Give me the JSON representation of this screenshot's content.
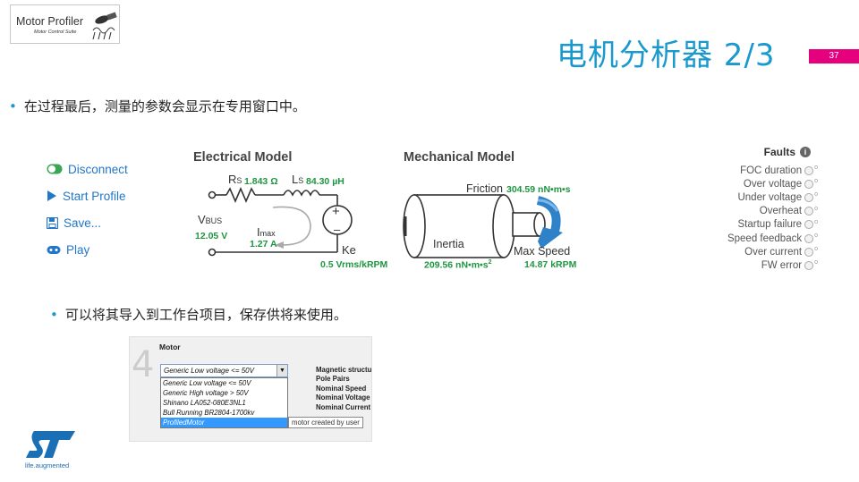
{
  "header": {
    "logo_title": "Motor Profiler",
    "logo_subtitle": "Motor Control Suite",
    "slide_title": "电机分析器 2/3",
    "page_number": "37",
    "accent_color": "#1a99cf",
    "page_bar_color": "#e5007e"
  },
  "bullets": {
    "first": "在过程最后，测量的参数会显示在专用窗口中。",
    "second": "可以将其导入到工作台项目，保存供将来使用。"
  },
  "profiler": {
    "actions": [
      {
        "label": "Disconnect",
        "icon": "toggle-icon"
      },
      {
        "label": "Start Profile",
        "icon": "play-triangle-icon"
      },
      {
        "label": "Save...",
        "icon": "floppy-disk-icon"
      },
      {
        "label": "Play",
        "icon": "gamepad-icon"
      }
    ],
    "electrical": {
      "title": "Electrical Model",
      "rs_label": "R",
      "rs_sub": "S",
      "rs_value": "1.843 Ω",
      "ls_label": "L",
      "ls_sub": "S",
      "ls_value": "84.30 µH",
      "vbus_label": "V",
      "vbus_sub": "BUS",
      "vbus_value": "12.05 V",
      "imax_label": "I",
      "imax_sub": "max",
      "imax_value": "1.27 A",
      "ke_label": "Ke",
      "ke_value": "0.5 Vrms/kRPM",
      "plus": "+",
      "minus": "–"
    },
    "mechanical": {
      "title": "Mechanical Model",
      "friction_label": "Friction",
      "friction_value": "304.59 nN•m•s",
      "inertia_label": "Inertia",
      "inertia_value": "209.56 nN•m•s",
      "inertia_exp": "2",
      "maxspeed_label": "Max Speed",
      "maxspeed_value": "14.87 kRPM"
    },
    "faults": {
      "title": "Faults",
      "items": [
        "FOC duration",
        "Over voltage",
        "Under voltage",
        "Overheat",
        "Startup failure",
        "Speed feedback",
        "Over current",
        "FW error"
      ]
    }
  },
  "workbench": {
    "step": "4",
    "section": "Motor",
    "selected": "Generic Low voltage <= 50V",
    "options": [
      "Generic Low voltage <= 50V",
      "Generic High voltage > 50V",
      "Shinano LA052-080E3NL1",
      "Bull Running BR2804-1700kv",
      "ProfiledMotor"
    ],
    "properties": [
      "Magnetic structu",
      "Pole Pairs",
      "Nominal Speed",
      "Nominal Voltage",
      "Nominal Current"
    ],
    "tooltip": "motor created by user"
  },
  "footer": {
    "tagline": "life.augmented"
  }
}
